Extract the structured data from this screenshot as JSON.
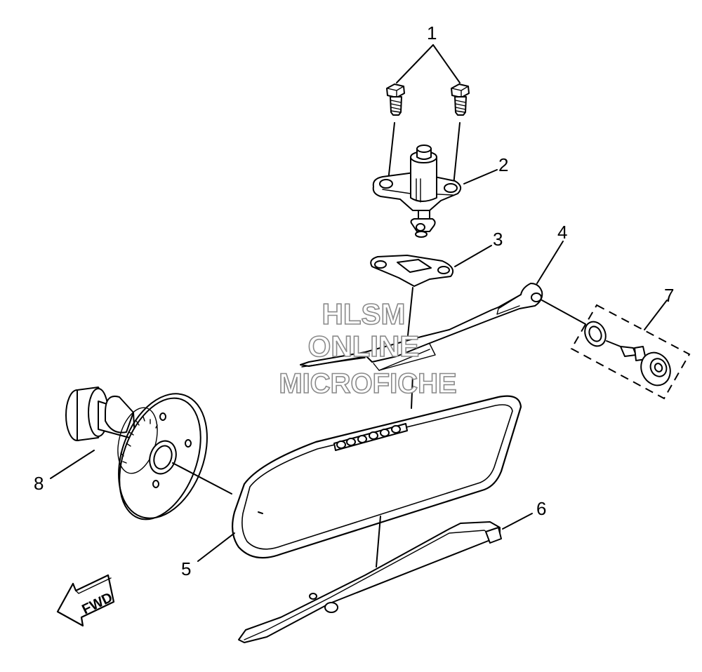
{
  "callouts": [
    {
      "id": "1",
      "label": "1"
    },
    {
      "id": "2",
      "label": "2"
    },
    {
      "id": "3",
      "label": "3"
    },
    {
      "id": "4",
      "label": "4"
    },
    {
      "id": "5",
      "label": "5"
    },
    {
      "id": "6",
      "label": "6"
    },
    {
      "id": "7",
      "label": "7"
    },
    {
      "id": "8",
      "label": "8"
    }
  ],
  "watermark": {
    "line1": "HLSM",
    "line2": "ONLINE",
    "line3": "MICROFICHE"
  },
  "direction_marker": {
    "label": "FWD"
  }
}
